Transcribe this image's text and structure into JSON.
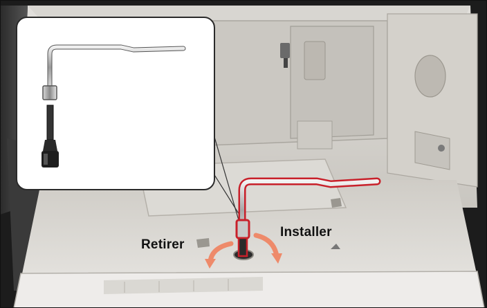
{
  "labels": {
    "remove": "Retirer",
    "install": "Installer"
  },
  "colors": {
    "highlight_red": "#c8202a",
    "arrow_salmon": "#ee8a6a",
    "trim_interior": "#d3d1cc"
  },
  "illustration": {
    "subject": "vehicle cargo area with wheel-wrench tool inserted in floor access hole",
    "inset_subject": "L-shaped wheel wrench with extension bar",
    "icons": [
      "wheel-wrench-icon",
      "extension-bar-icon",
      "counterclockwise-arrow-icon",
      "clockwise-arrow-icon"
    ]
  }
}
